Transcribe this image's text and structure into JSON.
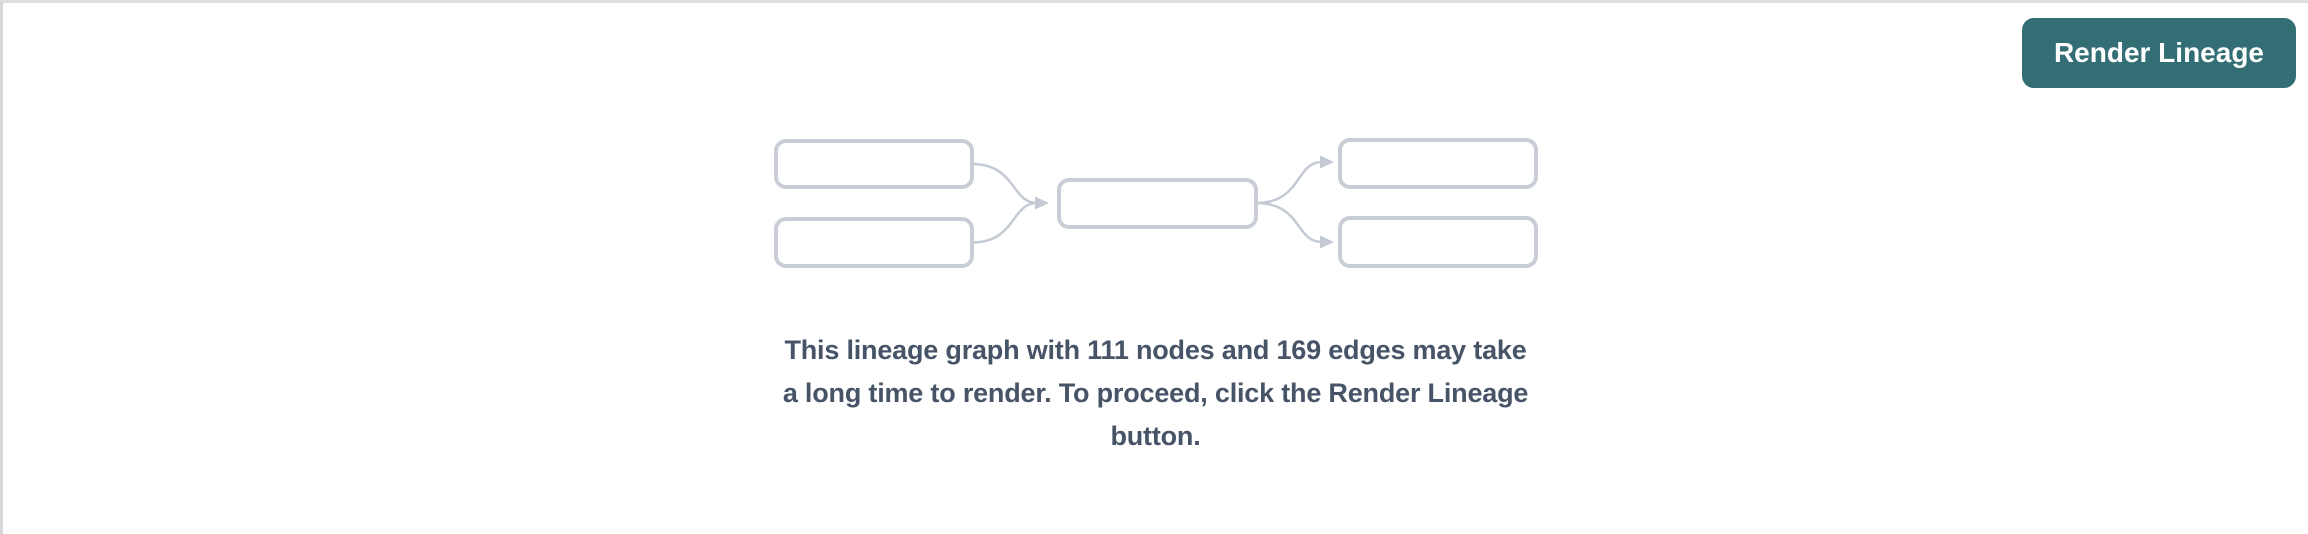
{
  "colors": {
    "accent_teal": "#336e74",
    "button_text": "#ffffff",
    "skeleton_box_stroke": "#c8cdd6",
    "skeleton_edge_stroke": "#c4cad4",
    "message_text": "#475467",
    "pane_border_top": "#dfdfe3",
    "pane_border_left": "#d7d7da",
    "background": "#ffffff"
  },
  "toolbar": {
    "render_lineage_label": "Render Lineage"
  },
  "empty_state": {
    "node_count": "111",
    "edge_count": "169",
    "message_lines": {
      "0": "This lineage graph with 111 nodes and 169 edges may take",
      "1": "a long time to render. To proceed, click the Render Lineage",
      "2": "button."
    }
  }
}
